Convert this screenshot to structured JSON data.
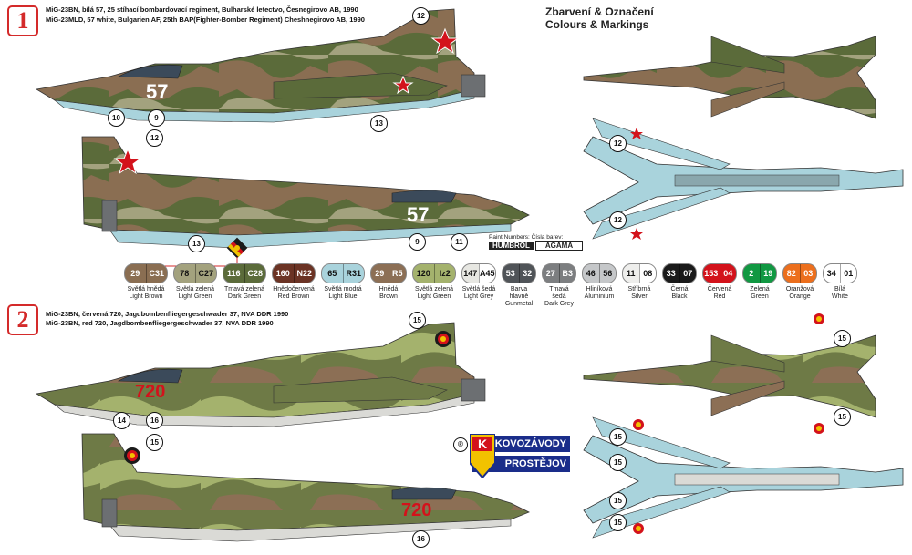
{
  "header": {
    "scheme1_badge": "1",
    "scheme1_line1": "MiG-23BN, bílá 57, 25 stíhací bombardovací regiment, Bulharské letectvo, Česnegirovo AB, 1990",
    "scheme1_line2": "MiG-23MLD, 57 white, Bulgarien AF, 25th BAP(Fighter-Bomber Regiment) Cheshnegirovo AB, 1990",
    "title_cz": "Zbarvení & Označení",
    "title_en": "Colours & Markings",
    "scheme2_badge": "2",
    "scheme2_line1": "MiG-23BN, červená 720, Jagdbombenfliegergeschwader 37, NVA DDR 1990",
    "scheme2_line2": "MiG-23BN, red 720, Jagdbombenfliegergeschwader 37, NVA DDR 1990"
  },
  "aircraft": {
    "plane1_number": "57",
    "plane2_number": "720"
  },
  "callouts": {
    "c12a": "12",
    "c10": "10",
    "c9a": "9",
    "c13a": "13",
    "c12b": "12",
    "c13b": "13",
    "c9b": "9",
    "c11": "11",
    "c12c": "12",
    "c12d": "12",
    "c15a": "15",
    "c14": "14",
    "c16a": "16",
    "c15b": "15",
    "c16b": "16",
    "c15c": "15",
    "c15d": "15",
    "c15e": "15",
    "c15f": "15",
    "c15g": "15",
    "c15h": "15"
  },
  "paint_header": {
    "label": "Paint Numbers: Čísla barev:",
    "humbrol": "HUMBROL",
    "agama": "AGAMA"
  },
  "paints": [
    {
      "c1": "29",
      "c2": "C31",
      "name_cz": "Světlá hnědá",
      "name_en": "Light Brown",
      "color": "#8a6e52",
      "text": "#fff"
    },
    {
      "c1": "78",
      "c2": "C27",
      "name_cz": "Světlá zelená",
      "name_en": "Light Green",
      "color": "#a3a27e",
      "text": "#111"
    },
    {
      "c1": "116",
      "c2": "C28",
      "name_cz": "Tmavá zelená",
      "name_en": "Dark Green",
      "color": "#5b6b3a",
      "text": "#fff"
    },
    {
      "c1": "160",
      "c2": "N22",
      "name_cz": "Hnědočervená",
      "name_en": "Red Brown",
      "color": "#6b3324",
      "text": "#fff"
    },
    {
      "c1": "65",
      "c2": "R31",
      "name_cz": "Světlá modrá",
      "name_en": "Light Blue",
      "color": "#a9d3dc",
      "text": "#111"
    },
    {
      "c1": "29",
      "c2": "R5",
      "name_cz": "Hnědá",
      "name_en": "Brown",
      "color": "#8c6f55",
      "text": "#fff"
    },
    {
      "c1": "120",
      "c2": "Iz2",
      "name_cz": "Světlá zelená",
      "name_en": "Light Green",
      "color": "#a4b26d",
      "text": "#111"
    },
    {
      "c1": "147",
      "c2": "A45",
      "name_cz": "Světlá šedá",
      "name_en": "Light Grey",
      "color": "#e7e7e2",
      "text": "#111"
    },
    {
      "c1": "53",
      "c2": "32",
      "name_cz": "Barva hlavně",
      "name_en": "Gunmetal",
      "color": "#505458",
      "text": "#fff"
    },
    {
      "c1": "27",
      "c2": "B3",
      "name_cz": "Tmavá šedá",
      "name_en": "Dark Grey",
      "color": "#7c7e80",
      "text": "#fff"
    },
    {
      "c1": "46",
      "c2": "56",
      "name_cz": "Hliníková",
      "name_en": "Aluminium",
      "color": "#c5c7c9",
      "text": "#111"
    },
    {
      "c1": "11",
      "c2": "08",
      "name_cz": "Stříbrná",
      "name_en": "Silver",
      "color": "#eeeeec",
      "text": "#111"
    },
    {
      "c1": "33",
      "c2": "07",
      "name_cz": "Černá",
      "name_en": "Black",
      "color": "#1a1a1a",
      "text": "#fff"
    },
    {
      "c1": "153",
      "c2": "04",
      "name_cz": "Červená",
      "name_en": "Red",
      "color": "#d3121b",
      "text": "#fff"
    },
    {
      "c1": "2",
      "c2": "19",
      "name_cz": "Zelená",
      "name_en": "Green",
      "color": "#119842",
      "text": "#fff"
    },
    {
      "c1": "82",
      "c2": "03",
      "name_cz": "Oranžová",
      "name_en": "Orange",
      "color": "#ec6f1d",
      "text": "#fff"
    },
    {
      "c1": "34",
      "c2": "01",
      "name_cz": "Bílá",
      "name_en": "White",
      "color": "#ffffff",
      "text": "#111"
    }
  ],
  "logo": {
    "line1": "KOVOZÁVODY",
    "line2": "PROSTĚJOV",
    "registered": "®",
    "letter": "K"
  },
  "colors": {
    "accent_red": "#d42a2a",
    "camo_green": "#5b6b3a",
    "camo_brown": "#8a6e52",
    "camo_light_green": "#a3a27e",
    "under_blue": "#a9d3dc"
  }
}
